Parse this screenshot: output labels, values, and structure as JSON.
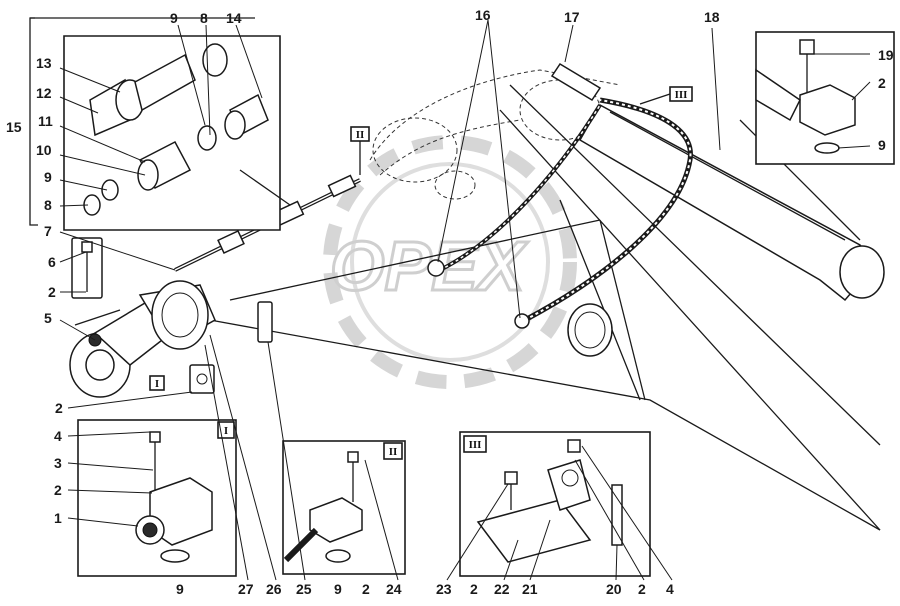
{
  "watermark": {
    "text": "OPEX"
  },
  "detail_views": [
    {
      "id": "I",
      "label": "I"
    },
    {
      "id": "II",
      "label": "II"
    },
    {
      "id": "III",
      "label": "III"
    }
  ],
  "callouts": {
    "c9a": "9",
    "c8a": "8",
    "c14": "14",
    "c16": "16",
    "c17": "17",
    "c18": "18",
    "c13": "13",
    "c12": "12",
    "c11": "11",
    "c15": "15",
    "c10": "10",
    "c9b": "9",
    "c8b": "8",
    "c7": "7",
    "c6": "6",
    "c2a": "2",
    "c5": "5",
    "c19": "19",
    "c2b": "2",
    "c9c": "9",
    "c2c": "2",
    "c4a": "4",
    "c3": "3",
    "c2d": "2",
    "c1": "1",
    "c9d": "9",
    "c27": "27",
    "c26": "26",
    "c25": "25",
    "c9e": "9",
    "c2e": "2",
    "c24": "24",
    "c23": "23",
    "c2f": "2",
    "c22": "22",
    "c21": "21",
    "c20": "20",
    "c2g": "2",
    "c4b": "4"
  }
}
